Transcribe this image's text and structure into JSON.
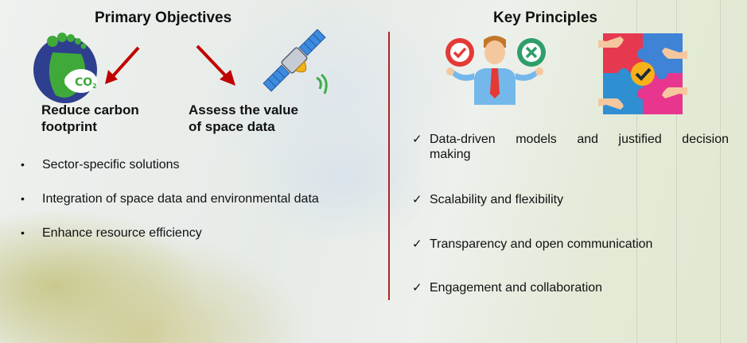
{
  "left": {
    "heading": "Primary Objectives",
    "objectives": [
      {
        "label_line1": "Reduce carbon",
        "label_line2": "footprint",
        "icon": "footprint-leaf-icon",
        "arrow": "red-arrow-icon"
      },
      {
        "label_line1": "Assess the value",
        "label_line2": "of space data",
        "icon": "satellite-icon",
        "arrow": "red-arrow-icon"
      }
    ],
    "bullets": [
      "Sector-specific solutions",
      "Integration of space data and environmental data",
      "Enhance resource efficiency"
    ]
  },
  "right": {
    "heading": "Key Principles",
    "icons": [
      "decision-person-icon",
      "puzzle-hands-icon"
    ],
    "principles": [
      {
        "line1": "Data-driven models and justified decision",
        "line2": "making"
      },
      {
        "line1": "Scalability and flexibility"
      },
      {
        "line1": "Transparency and open communication"
      },
      {
        "line1": "Engagement and collaboration"
      }
    ],
    "check_glyph": "✓"
  },
  "colors": {
    "divider": "#b32121",
    "arrow": "#c00000",
    "check_green": "#e23b3b",
    "accent_cross": "#2e9e6a"
  }
}
